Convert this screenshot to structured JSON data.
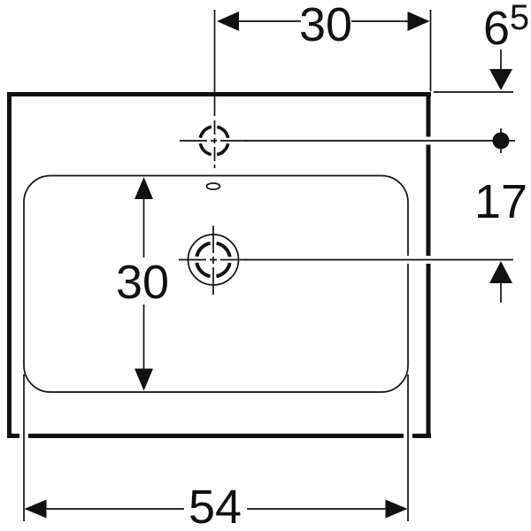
{
  "drawing": {
    "type": "washbasin-plan-dimension-drawing",
    "unit_style": "cm"
  },
  "colors": {
    "ink": "#111111",
    "paper": "#ffffff"
  },
  "labels": {
    "top_width": "30",
    "tap_offset_value": "6",
    "tap_offset_superscript": "5",
    "tap_to_drain": "17",
    "bowl_depth": "30",
    "overall_width": "54"
  }
}
